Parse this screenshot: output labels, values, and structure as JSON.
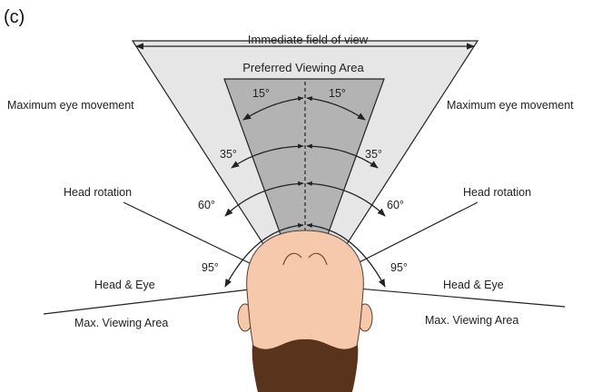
{
  "panel_label": "(c)",
  "labels": {
    "immediate_field": "Immediate field of view",
    "preferred_area": "Preferred Viewing Area",
    "max_eye_left": "Maximum eye movement",
    "max_eye_right": "Maximum eye movement",
    "head_rotation_left": "Head rotation",
    "head_rotation_right": "Head rotation",
    "head_eye_left": "Head & Eye",
    "head_eye_right": "Head & Eye",
    "max_view_left": "Max. Viewing Area",
    "max_view_right": "Max. Viewing Area"
  },
  "angles": {
    "a15_left": "15°",
    "a15_right": "15°",
    "a35_left": "35°",
    "a35_right": "35°",
    "a60_left": "60°",
    "a60_right": "60°",
    "a95_left": "95°",
    "a95_right": "95°"
  },
  "colors": {
    "outer_wedge": "#e6e6e6",
    "inner_wedge": "#b3b3b3",
    "skin": "#f6c9ad",
    "hair": "#5a331c",
    "line": "#222222"
  }
}
